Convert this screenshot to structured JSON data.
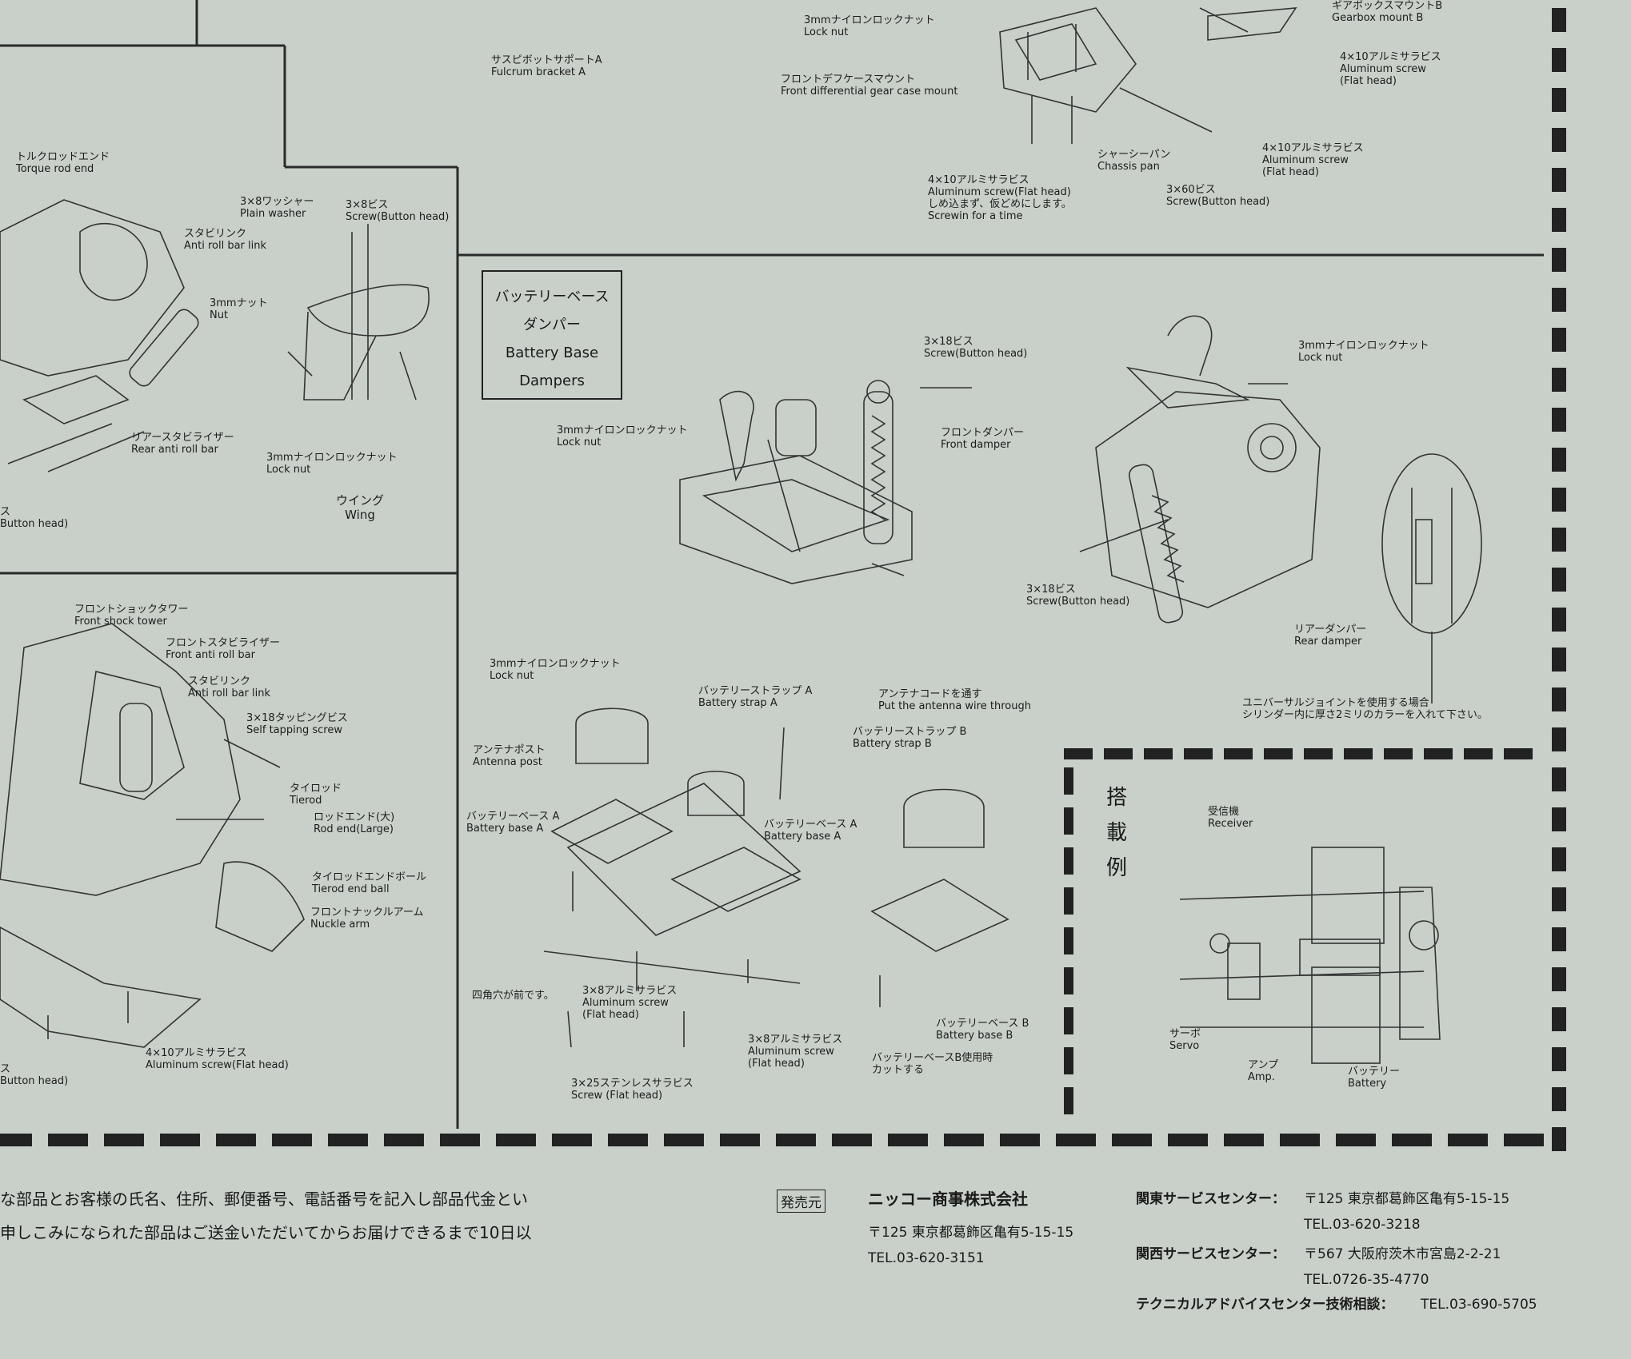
{
  "title_box": {
    "line1": "バッテリーベース",
    "line2": "ダンパー",
    "line3": "Battery Base",
    "line4": "Dampers"
  },
  "mounting_example": {
    "c1": "搭",
    "c2": "載",
    "c3": "例"
  },
  "labels": {
    "lock_nut_top": {
      "ja": "3mmナイロンロックナット",
      "en": "Lock nut"
    },
    "fulcrum": {
      "ja": "サスピボットサポートA",
      "en": "Fulcrum bracket A"
    },
    "gearbox": {
      "ja": "ギアボックスマウントB",
      "en": "Gearbox mount B"
    },
    "alu_top_right": {
      "ja": "4×10アルミサラビス",
      "en": "Aluminum screw",
      "en2": "(Flat head)"
    },
    "front_diff": {
      "ja": "フロントデフケースマウント",
      "en": "Front differential gear case mount"
    },
    "alu_mid_right": {
      "ja": "4×10アルミサラビス",
      "en": "Aluminum screw",
      "en2": "(Flat head)"
    },
    "chassis_pan": {
      "ja": "シャーシーパン",
      "en": "Chassis pan"
    },
    "alu_screwin": {
      "ja": "4×10アルミサラビス",
      "en": "Aluminum screw(Flat head)",
      "ja2": "しめ込まず、仮どめにします。",
      "en2": "Screwin  for a time"
    },
    "screw_3x60": {
      "ja": "3×60ビス",
      "en": "Screw(Button head)"
    },
    "torque_rod": {
      "ja": "トルクロッドエンド",
      "en": "Torque  rod end"
    },
    "plain_washer": {
      "ja": "3×8ワッシャー",
      "en": "Plain washer"
    },
    "screw_3x8": {
      "ja": "3×8ビス",
      "en": "Screw(Button head)"
    },
    "anti_roll_link_top": {
      "ja": "スタビリンク",
      "en": "Anti roll bar link"
    },
    "nut_3mm": {
      "ja": "3mmナット",
      "en": "Nut"
    },
    "rear_anti_roll": {
      "ja": "リアースタビライザー",
      "en": "Rear anti roll bar"
    },
    "lock_nut_wing": {
      "ja": "3mmナイロンロックナット",
      "en": "Lock nut"
    },
    "wing": {
      "ja": "ウイング",
      "en": "Wing"
    },
    "button_head_left": {
      "ja": "ス",
      "en": "Button head)"
    },
    "front_shock_tower": {
      "ja": "フロントショックタワー",
      "en": "Front shock tower"
    },
    "front_anti_roll": {
      "ja": "フロントスタビライザー",
      "en": "Front anti roll bar"
    },
    "anti_roll_link_front": {
      "ja": "スタビリンク",
      "en": "Anti roll bar link"
    },
    "self_tapping": {
      "ja": "3×18タッピングビス",
      "en": "Self tapping screw"
    },
    "tierod": {
      "ja": "タイロッド",
      "en": "Tierod"
    },
    "rod_end_large": {
      "ja": "ロッドエンド(大)",
      "en": "Rod end(Large)"
    },
    "tierod_end_ball": {
      "ja": "タイロッドエンドボール",
      "en": "Tierod end ball"
    },
    "nuckle_arm": {
      "ja": "フロントナックルアーム",
      "en": "Nuckle arm"
    },
    "alu_bottom_left": {
      "ja": "4×10アルミサラビス",
      "en": "Aluminum screw(Flat head)"
    },
    "button_head_left2": {
      "ja": "ス",
      "en": "Button head)"
    },
    "screw_3x18_front": {
      "ja": "3×18ビス",
      "en": "Screw(Button head)"
    },
    "lock_nut_front": {
      "ja": "3mmナイロンロックナット",
      "en": "Lock nut"
    },
    "front_damper": {
      "ja": "フロントダンパー",
      "en": "Front damper"
    },
    "lock_nut_rear": {
      "ja": "3mmナイロンロックナット",
      "en": "Lock nut"
    },
    "screw_3x18_rear": {
      "ja": "3×18ビス",
      "en": "Screw(Button head)"
    },
    "rear_damper": {
      "ja": "リアーダンパー",
      "en": "Rear damper"
    },
    "universal_note": {
      "ja": "ユニバーサルジョイントを使用する場合",
      "ja2": "シリンダー内に厚さ2ミリのカラーを入れて下さい。"
    },
    "lock_nut_battery": {
      "ja": "3mmナイロンロックナット",
      "en": "Lock nut"
    },
    "strap_a": {
      "ja": "バッテリーストラップ A",
      "en": "Battery strap A"
    },
    "antenna_cord": {
      "ja": "アンテナコードを通す",
      "en": "Put the antenna wire through"
    },
    "strap_b": {
      "ja": "バッテリーストラップ B",
      "en": "Battery strap B"
    },
    "antenna_post": {
      "ja": "アンテナポスト",
      "en": "Antenna post"
    },
    "base_a_left": {
      "ja": "バッテリーベース A",
      "en": "Battery base A"
    },
    "base_a_mid": {
      "ja": "バッテリーベース A",
      "en": "Battery base A"
    },
    "square_hole": {
      "ja": "四角穴が前です。"
    },
    "alu_3x8_a": {
      "ja": "3×8アルミサラビス",
      "en": "Aluminum screw",
      "en2": "(Flat head)"
    },
    "alu_3x8_b": {
      "ja": "3×8アルミサラビス",
      "en": "Aluminum screw",
      "en2": "(Flat head)"
    },
    "base_b": {
      "ja": "バッテリーベース B",
      "en": "Battery base B"
    },
    "base_b_cut": {
      "ja": "バッテリーベースB使用時",
      "ja2": "カットする"
    },
    "stainless": {
      "ja": "3×25ステンレスサラビス",
      "en": "Screw (Flat head)"
    },
    "receiver": {
      "ja": "受信機",
      "en": "Receiver"
    },
    "servo": {
      "ja": "サーボ",
      "en": "Servo"
    },
    "amp": {
      "ja": "アンプ",
      "en": "Amp."
    },
    "battery": {
      "ja": "バッテリー",
      "en": "Battery"
    }
  },
  "footer": {
    "left_line1": "な部品とお客様の氏名、住所、郵便番号、電話番号を記入し部品代金とい",
    "left_line2": "申しこみになられた部品はご送金いただいてからお届けできるまで10日以",
    "hatsubai": "発売元",
    "company": "ニッコー商事株式会社",
    "company_addr": "〒125  東京都葛飾区亀有5-15-15",
    "company_tel": "TEL.03-620-3151",
    "kanto_label": "関東サービスセンター：",
    "kanto_addr": "〒125  東京都葛飾区亀有5-15-15",
    "kanto_tel": "TEL.03-620-3218",
    "kansai_label": "関西サービスセンター：",
    "kansai_addr": "〒567  大阪府茨木市宮島2-2-21",
    "kansai_tel": "TEL.0726-35-4770",
    "tech_label": "テクニカルアドバイスセンター技術相談：",
    "tech_tel": "TEL.03-690-5705"
  }
}
